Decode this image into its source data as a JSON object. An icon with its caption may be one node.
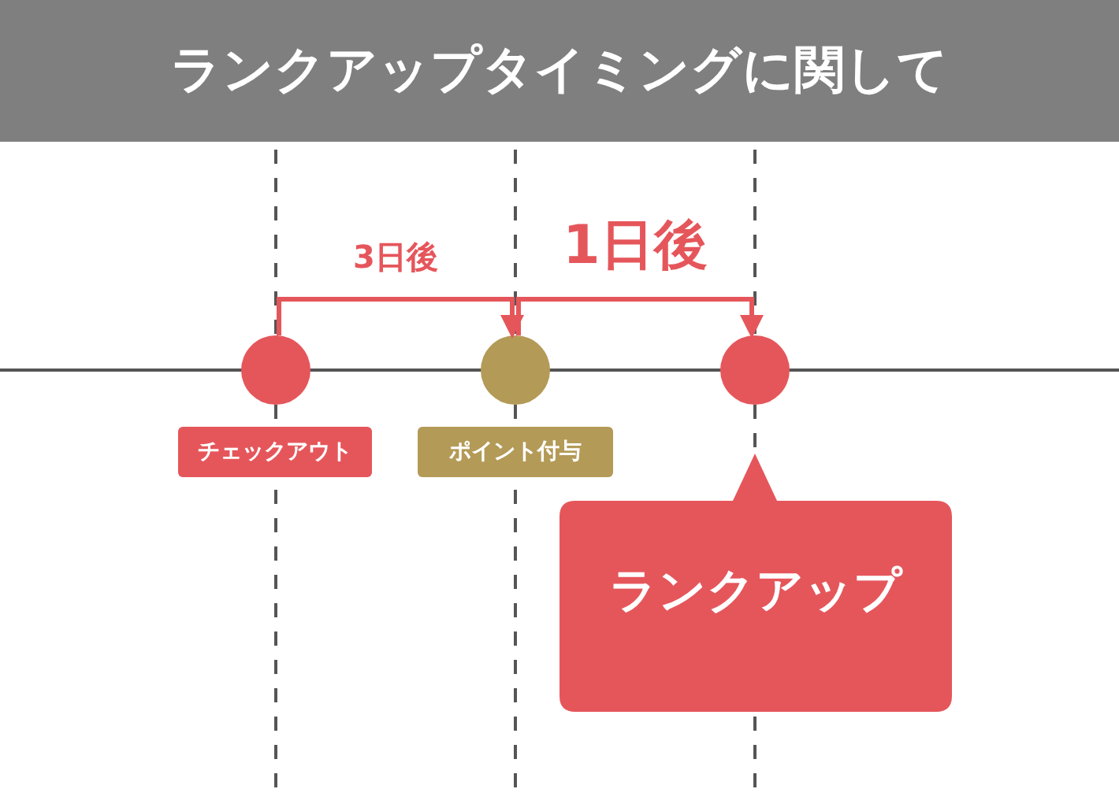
{
  "diagram": {
    "title": "ランクアップタイミングに関して",
    "nodes": [
      {
        "text": [],
        "shape": "circle"
      },
      {
        "text": [],
        "shape": "circle"
      },
      {
        "text": [],
        "shape": "circle"
      },
      {
        "text": [
          "チェックアウト"
        ]
      },
      {
        "text": [
          "ポイント付与"
        ]
      },
      {
        "text": [
          "ランクアップ"
        ]
      }
    ],
    "edges": [
      {
        "from": 0,
        "to": 1,
        "arrow": "to",
        "label": "3日後"
      },
      {
        "from": 1,
        "to": 2,
        "arrow": "to",
        "label": "1日後"
      }
    ]
  }
}
